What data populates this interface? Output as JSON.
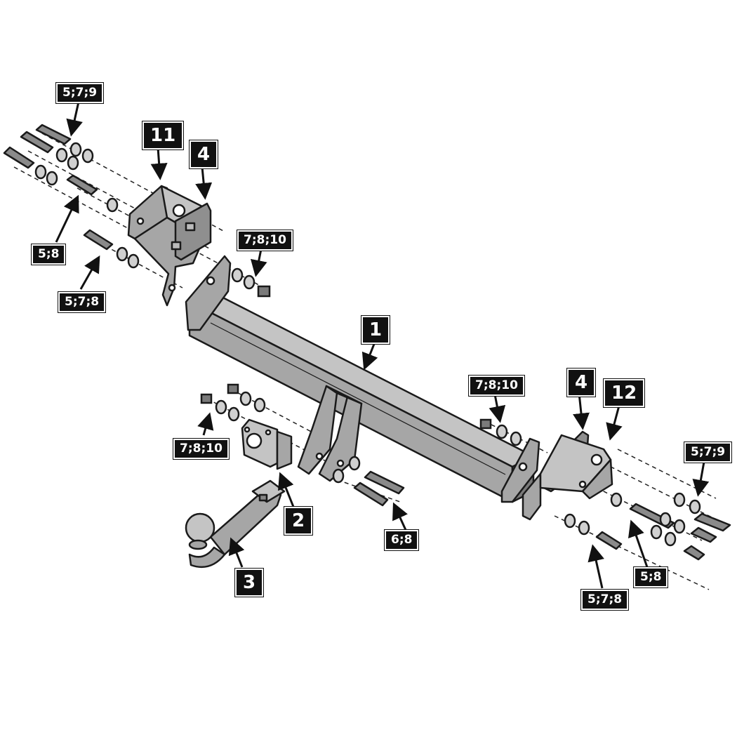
{
  "callouts": {
    "c1": "1",
    "c2": "2",
    "c3": "3",
    "c4a": "4",
    "c4b": "4",
    "c11": "11",
    "c12": "12",
    "tl_579": "5;7;9",
    "tl_58": "5;8",
    "tl_578": "5;7;8",
    "t_7810": "7;8;10",
    "m_7810": "7;8;10",
    "r_7810": "7;8;10",
    "c_68": "6;8",
    "br_579": "5;7;9",
    "br_58": "5;8",
    "br_578": "5;7;8"
  },
  "colors": {
    "part_fill": "#a6a6a6",
    "part_dark": "#7a7a7a",
    "part_light": "#c4c4c4",
    "outline": "#1a1a1a",
    "label_bg": "#111111",
    "label_text": "#ffffff"
  }
}
